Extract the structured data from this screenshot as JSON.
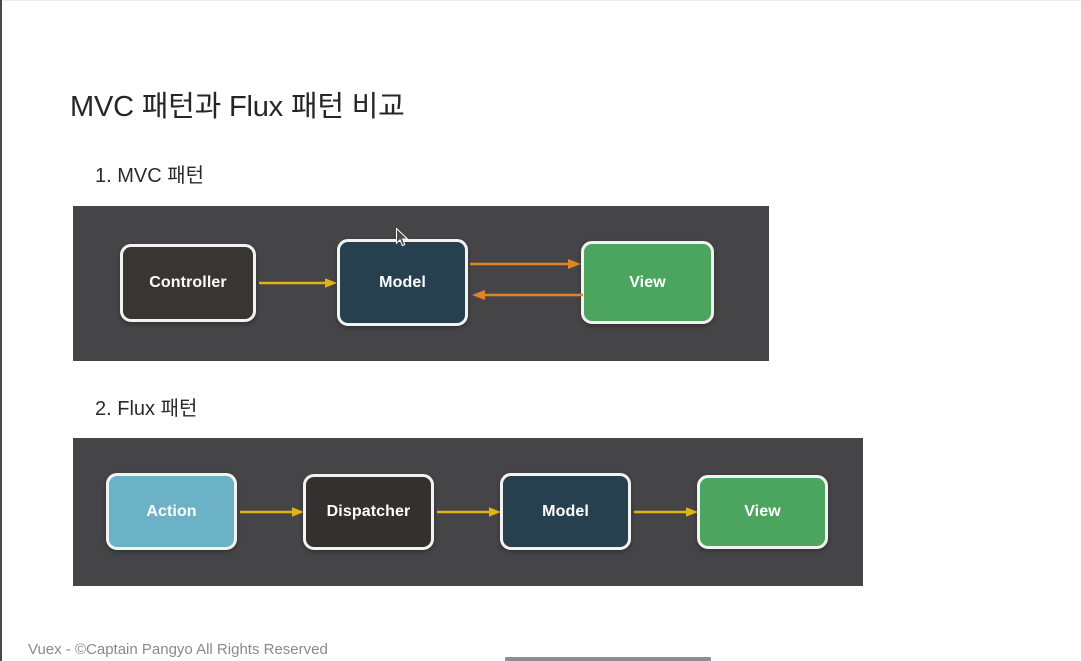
{
  "slide": {
    "title": "MVC 패턴과 Flux 패턴 비교",
    "footer": "Vuex - ©Captain Pangyo All Rights Reserved",
    "background_color": "#ffffff",
    "panel_color": "#454447"
  },
  "sections": [
    {
      "heading": "1. MVC 패턴",
      "diagram": {
        "nodes": [
          {
            "label": "Controller",
            "color": "#383533"
          },
          {
            "label": "Model",
            "color": "#27404f"
          },
          {
            "label": "View",
            "color": "#4ca55e"
          }
        ],
        "arrows": [
          {
            "from": "Controller",
            "to": "Model",
            "color": "#e0b318",
            "direction": "forward"
          },
          {
            "from": "Model",
            "to": "View",
            "color": "#e08428",
            "direction": "forward"
          },
          {
            "from": "View",
            "to": "Model",
            "color": "#e08428",
            "direction": "backward"
          }
        ]
      }
    },
    {
      "heading": "2. Flux 패턴",
      "diagram": {
        "nodes": [
          {
            "label": "Action",
            "color": "#6cb2c6"
          },
          {
            "label": "Dispatcher",
            "color": "#33302e"
          },
          {
            "label": "Model",
            "color": "#27404f"
          },
          {
            "label": "View",
            "color": "#4ca55e"
          }
        ],
        "arrows": [
          {
            "from": "Action",
            "to": "Dispatcher",
            "color": "#e0b318",
            "direction": "forward"
          },
          {
            "from": "Dispatcher",
            "to": "Model",
            "color": "#e0b318",
            "direction": "forward"
          },
          {
            "from": "Model",
            "to": "View",
            "color": "#e0b318",
            "direction": "forward"
          }
        ]
      }
    }
  ],
  "colors": {
    "arrow_yellow": "#e0b318",
    "arrow_orange": "#e08428",
    "node_border": "#f2f2f2",
    "title_text": "#262626",
    "footer_text": "#8a8a8a"
  }
}
